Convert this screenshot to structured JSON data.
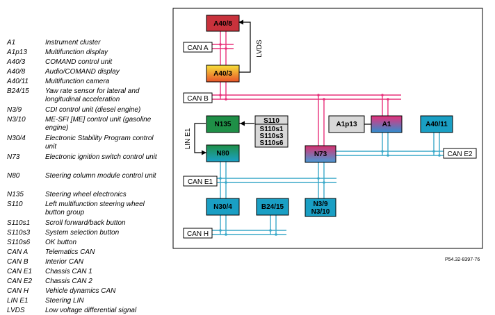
{
  "legend": [
    {
      "code": "A1",
      "desc": "Instrument cluster"
    },
    {
      "code": "A1p13",
      "desc": "Multifunction display"
    },
    {
      "code": "A40/3",
      "desc": "COMAND control unit"
    },
    {
      "code": "A40/8",
      "desc": "Audio/COMAND display"
    },
    {
      "code": "A40/11",
      "desc": "Multifunction camera"
    },
    {
      "code": "B24/15",
      "desc": "Yaw rate sensor for lateral and longitudinal acceleration"
    },
    {
      "code": "N3/9",
      "desc": "CDI control unit (diesel engine)"
    },
    {
      "code": "N3/10",
      "desc": "ME-SFI [ME] control unit (gasoline engine)"
    },
    {
      "code": "N30/4",
      "desc": "Electronic Stability Program control unit"
    },
    {
      "code": "N73",
      "desc": "Electronic ignition switch control unit"
    },
    {
      "code": "N80",
      "desc": "Steering column module control unit"
    },
    {
      "code": "N135",
      "desc": "Steering wheel electronics"
    },
    {
      "code": "S110",
      "desc": "Left multifunction steering wheel button group"
    },
    {
      "code": "S110s1",
      "desc": "Scroll forward/back button"
    },
    {
      "code": "S110s3",
      "desc": "System selection button"
    },
    {
      "code": "S110s6",
      "desc": "OK button"
    },
    {
      "code": "CAN A",
      "desc": "Telematics CAN"
    },
    {
      "code": "CAN B",
      "desc": "Interior CAN"
    },
    {
      "code": "CAN E1",
      "desc": "Chassis CAN 1"
    },
    {
      "code": "CAN E2",
      "desc": "Chassis CAN 2"
    },
    {
      "code": "CAN H",
      "desc": "Vehicle dynamics CAN"
    },
    {
      "code": "LIN E1",
      "desc": "Steering LIN"
    },
    {
      "code": "LVDS",
      "desc": "Low voltage differential signal"
    }
  ],
  "modules": {
    "a40_8": "A40/8",
    "a40_3": "A40/3",
    "n135": "N135",
    "n80": "N80",
    "n73": "N73",
    "a1p13": "A1p13",
    "a1": "A1",
    "a40_11": "A40/11",
    "n30_4": "N30/4",
    "b24_15": "B24/15",
    "n3_9": "N3/9",
    "n3_10": "N3/10"
  },
  "s110": {
    "title": "S110",
    "items": [
      "S110s1",
      "S110s3",
      "S110s6"
    ]
  },
  "buses": {
    "can_a": "CAN A",
    "can_b": "CAN B",
    "can_e1": "CAN E1",
    "can_e2": "CAN E2",
    "can_h": "CAN H",
    "lin_e1": "LIN E1",
    "lvds": "LVDS"
  },
  "reference": "P54.32-8397-76",
  "colors": {
    "can_b_line": "#e8307a",
    "can_a_line": "#e8307a",
    "blue_line": "#3aa9c9",
    "red_module": "#c8323c",
    "green_module": "#1f8f47",
    "cyan_module": "#1a9fc4",
    "grey_module": "#d8d8d8"
  }
}
